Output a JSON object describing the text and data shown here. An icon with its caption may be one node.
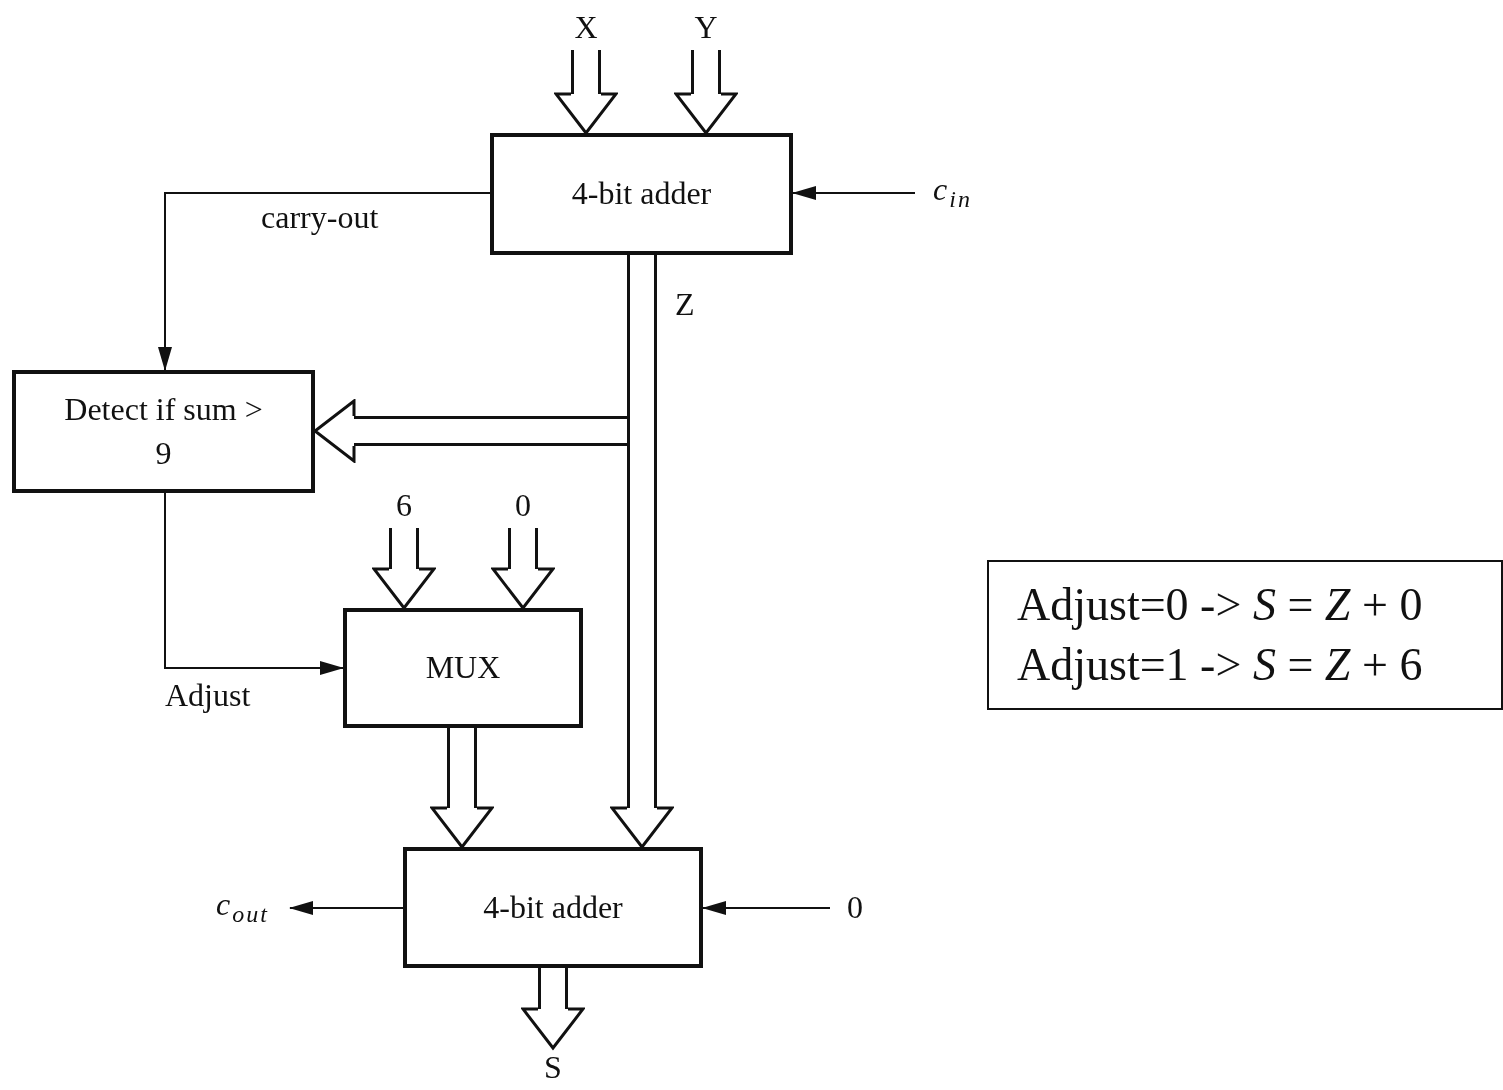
{
  "diagram": {
    "nodes": [
      {
        "text": [
          "X"
        ]
      },
      {
        "text": [
          "Y"
        ]
      },
      {
        "text": [
          "4-bit adder"
        ]
      },
      {
        "text": [
          "c$_{in}$"
        ]
      },
      {
        "text": [
          "Detect if sum > 9"
        ]
      },
      {
        "text": [
          "6"
        ]
      },
      {
        "text": [
          "0"
        ]
      },
      {
        "text": [
          "MUX"
        ]
      },
      {
        "text": [
          "4-bit adder"
        ]
      },
      {
        "text": [
          "0"
        ]
      },
      {
        "text": [
          "c$_{out}$"
        ]
      },
      {
        "text": [
          "S"
        ]
      },
      {
        "text": [
          "Adjust=0 -> *S* = *Z* + 0",
          "Adjust=1 -> *S* = *Z* + 6"
        ]
      }
    ],
    "edges": [
      {
        "from": 0,
        "to": 2,
        "arrow": "to"
      },
      {
        "from": 1,
        "to": 2,
        "arrow": "to"
      },
      {
        "from": 3,
        "to": 2,
        "arrow": "to"
      },
      {
        "from": 2,
        "to": 4,
        "arrow": "to",
        "label": "carry-out"
      },
      {
        "from": 2,
        "to": 4,
        "arrow": "to"
      },
      {
        "from": 2,
        "to": 8,
        "arrow": "to",
        "label": "Z"
      },
      {
        "from": 4,
        "to": 7,
        "arrow": "to",
        "label": "Adjust"
      },
      {
        "from": 5,
        "to": 7,
        "arrow": "to"
      },
      {
        "from": 6,
        "to": 7,
        "arrow": "to"
      },
      {
        "from": 7,
        "to": 8,
        "arrow": "to"
      },
      {
        "from": 9,
        "to": 8,
        "arrow": "to"
      },
      {
        "from": 8,
        "to": 10,
        "arrow": "to"
      },
      {
        "from": 8,
        "to": 11,
        "arrow": "to"
      }
    ]
  }
}
